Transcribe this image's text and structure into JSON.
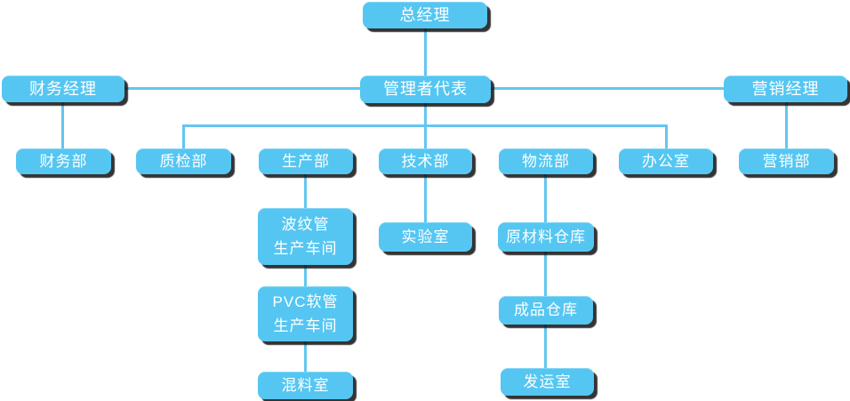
{
  "colors": {
    "node_fill": "#55C6F2",
    "connector": "#63C6F1",
    "node_text": "#FFFFFF",
    "page_bg": "#FFFFFF"
  },
  "nodes": {
    "general_manager": {
      "label": "总经理"
    },
    "finance_manager": {
      "label": "财务经理"
    },
    "management_rep": {
      "label": "管理者代表"
    },
    "marketing_manager": {
      "label": "营销经理"
    },
    "finance_dept": {
      "label": "财务部"
    },
    "qa_dept": {
      "label": "质检部"
    },
    "production_dept": {
      "label": "生产部"
    },
    "technology_dept": {
      "label": "技术部"
    },
    "logistics_dept": {
      "label": "物流部"
    },
    "office": {
      "label": "办公室"
    },
    "marketing_dept": {
      "label": "营销部"
    },
    "corrugated_workshop": {
      "label": "波纹管\n生产车间"
    },
    "laboratory": {
      "label": "实验室"
    },
    "raw_material_warehouse": {
      "label": "原材料仓库"
    },
    "pvc_workshop": {
      "label": "PVC软管\n生产车间"
    },
    "finished_goods_warehouse": {
      "label": "成品仓库"
    },
    "mixing_room": {
      "label": "混料室"
    },
    "shipping_room": {
      "label": "发运室"
    }
  }
}
